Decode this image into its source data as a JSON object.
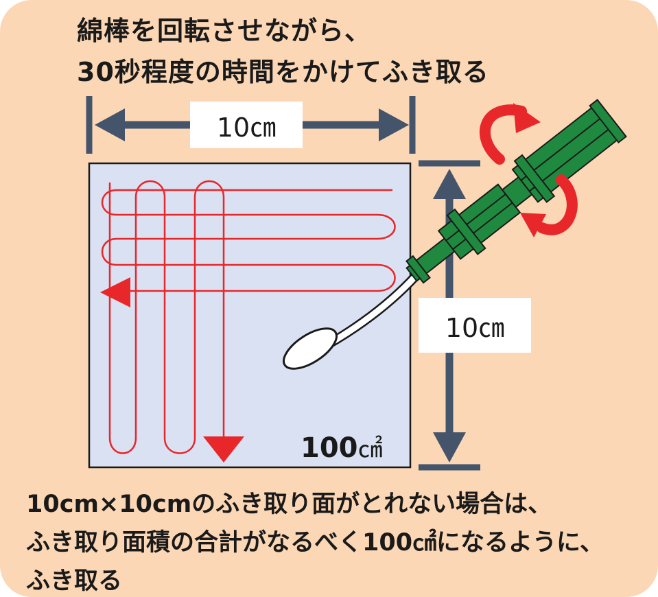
{
  "title": {
    "line1": "綿棒を回転させながら、",
    "line2": "30秒程度の時間をかけてふき取る"
  },
  "dimensions": {
    "width_label": "10㎝",
    "height_label": "10㎝"
  },
  "area": {
    "value": "100",
    "unit": "㎠"
  },
  "note": {
    "line1": "10cm×10cmのふき取り面がとれない場合は、",
    "line2": "ふき取り面積の合計がなるべく100㎠になるように、",
    "line3": "ふき取る"
  },
  "colors": {
    "background": "#fbd7b5",
    "surface": "#d9e1f2",
    "dimension_arrow": "#44546a",
    "wipe_path": "#e8272a",
    "swab_handle": "#1f8a3f",
    "rotation_arrow": "#e8272a"
  },
  "icons": {
    "swab": "cotton-swab-icon",
    "rotation": "rotation-arrows-icon"
  }
}
